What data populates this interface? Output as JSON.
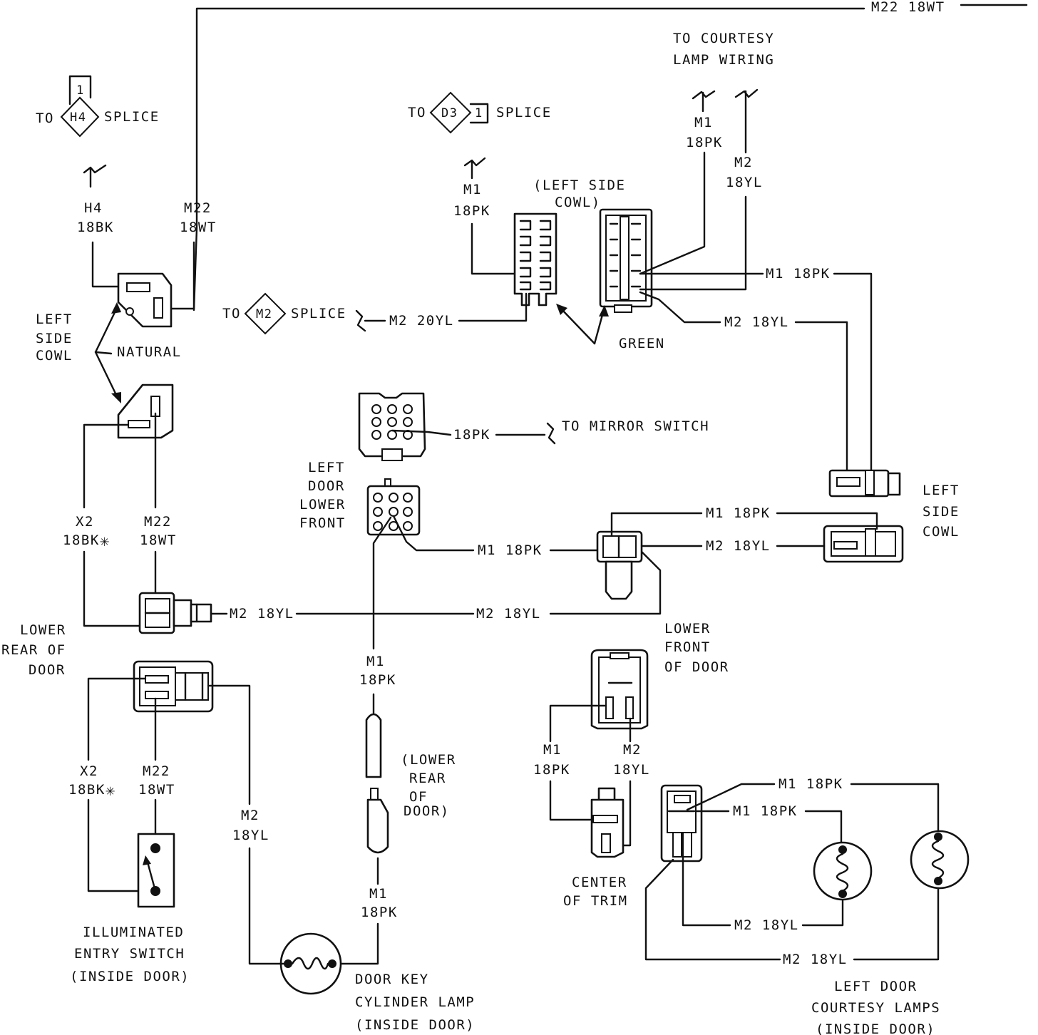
{
  "labels": {
    "m22_top": "M22  18WT",
    "courtesy_1": "TO COURTESY",
    "courtesy_2": "LAMP WIRING",
    "to": "TO",
    "splice": "SPLICE",
    "h4_id": "H4",
    "h4_num": "1",
    "d3_id": "D3",
    "d3_num": "1",
    "m2_id": "M2",
    "h4_wire_1": "H4",
    "h4_wire_2": "18BK",
    "m22_wire_1": "M22",
    "m22_wire_2": "18WT",
    "left_side_cowl_a": [
      "LEFT",
      "SIDE",
      "COWL"
    ],
    "natural": "NATURAL",
    "m1_a_1": "M1",
    "m1_a_2": "18PK",
    "cowl_paren_1": "(LEFT SIDE",
    "cowl_paren_2": "COWL)",
    "m1_b_1": "M1",
    "m1_b_2": "18PK",
    "m2_b_1": "M2",
    "m2_b_2": "18YL",
    "m1_18pk_right": "M1  18PK",
    "m2_18yl_right": "M2  18YL",
    "m2_20yl": "M2  20YL",
    "green": "GREEN",
    "pk_18": "18PK",
    "to_mirror": "TO MIRROR SWITCH",
    "left_door_lower_front": [
      "LEFT",
      "DOOR",
      "LOWER",
      "FRONT"
    ],
    "x2_1": "X2",
    "x2_2": "18BK",
    "m22_mid_1": "M22",
    "m22_mid_2": "18WT",
    "m1_18pk_c1": "M1  18PK",
    "m2_18yl_c1": "M2  18YL",
    "m1_18pk_mid": "M1  18PK",
    "m2_18yl_mid": "M2  18YL",
    "m2_18yl_long": "M2  18YL",
    "m2_18yl_long_left": "M2  18YL",
    "left_side_cowl_b": [
      "LEFT",
      "SIDE",
      "COWL"
    ],
    "lower_rear_door": [
      "LOWER",
      "REAR OF",
      "DOOR"
    ],
    "lower_front_door": [
      "LOWER",
      "FRONT",
      "OF DOOR"
    ],
    "m1_v_1": "M1",
    "m1_v_2": "18PK",
    "lower_rear_paren": [
      "(LOWER",
      "REAR",
      "OF",
      "DOOR)"
    ],
    "m1_v2_1": "M1",
    "m1_v2_2": "18PK",
    "x2b_1": "X2",
    "x2b_2": "18BK",
    "m22b_1": "M22",
    "m22b_2": "18WT",
    "m2c_1": "M2",
    "m2c_2": "18YL",
    "m1_trim_1": "M1",
    "m1_trim_2": "18PK",
    "m2_trim_1": "M2",
    "m2_trim_2": "18YL",
    "center_trim": [
      "CENTER",
      "OF TRIM"
    ],
    "m1_cl_top": "M1  18PK",
    "m1_cl_2": "M1  18PK",
    "m2_cl_1": "M2  18YL",
    "m2_cl_2": "M2  18YL",
    "entry_switch": [
      "ILLUMINATED",
      "ENTRY SWITCH",
      "(INSIDE DOOR)"
    ],
    "key_lamp": [
      "DOOR KEY",
      "CYLINDER LAMP",
      "(INSIDE DOOR)"
    ],
    "courtesy_lamps": [
      "LEFT DOOR",
      "COURTESY LAMPS",
      "(INSIDE DOOR)"
    ]
  }
}
